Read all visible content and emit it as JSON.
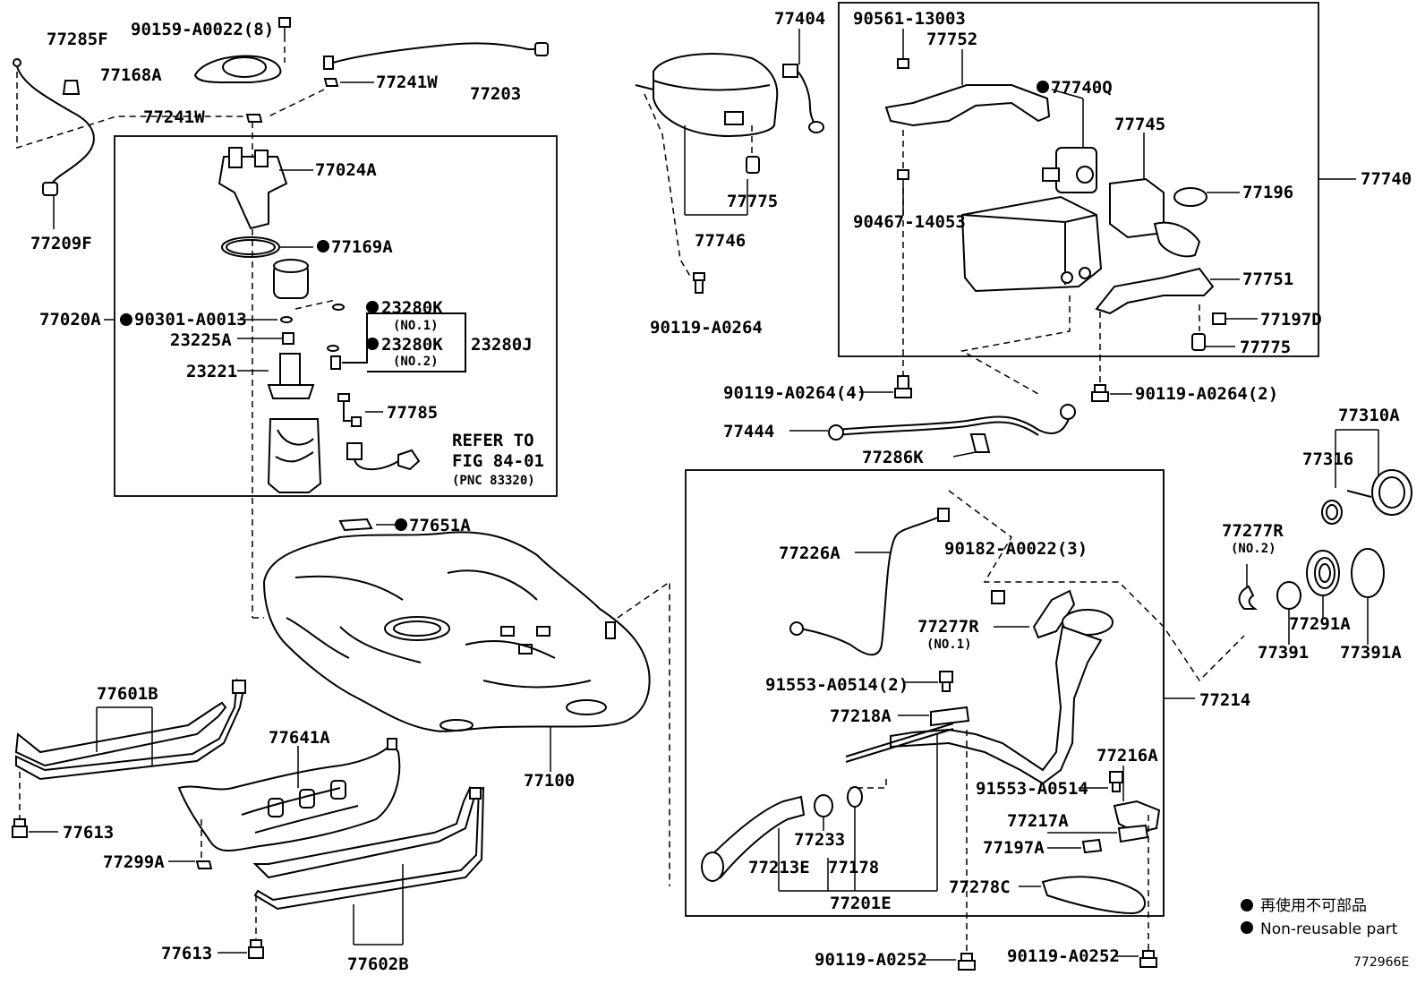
{
  "labels": {
    "p77285F": "77285F",
    "p90159": "90159-A0022(8)",
    "p77168A": "77168A",
    "p77241W_a": "77241W",
    "p77241W_b": "77241W",
    "p77203": "77203",
    "p77024A": "77024A",
    "p77209F": "77209F",
    "p77169A": "77169A",
    "p77020A": "77020A",
    "p90301": "90301-A0013",
    "p23280K_1": "23280K",
    "p23280K_1sub": "(NO.1)",
    "p23225A": "23225A",
    "p23280K_2": "23280K",
    "p23280K_2sub": "(NO.2)",
    "p23280J": "23280J",
    "p23221": "23221",
    "p77785": "77785",
    "refer_line1": "REFER TO",
    "refer_line2": "FIG 84-01",
    "refer_line3": "(PNC 83320)",
    "p77651A": "77651A",
    "p77100": "77100",
    "p77601B": "77601B",
    "p77641A": "77641A",
    "p77613_a": "77613",
    "p77299A": "77299A",
    "p77613_b": "77613",
    "p77602B": "77602B",
    "p77404": "77404",
    "p90119_a": "90119-A0264",
    "p77775_a": "77775",
    "p77746": "77746",
    "p90561": "90561-13003",
    "p77752": "77752",
    "p77740Q": "77740Q",
    "p77745": "77745",
    "p77196": "77196",
    "p77740": "77740",
    "p90467": "90467-14053",
    "p77751": "77751",
    "p77197D": "77197D",
    "p77775_b": "77775",
    "p90119_4": "90119-A0264(4)",
    "p90119_2": "90119-A0264(2)",
    "p77444": "77444",
    "p77286K": "77286K",
    "p77310A": "77310A",
    "p77316": "77316",
    "p77277R_2": "77277R",
    "p77277R_2sub": "(NO.2)",
    "p77291A": "77291A",
    "p77391": "77391",
    "p77391A": "77391A",
    "p77226A": "77226A",
    "p90182": "90182-A0022(3)",
    "p77277R_1": "77277R",
    "p77277R_1sub": "(NO.1)",
    "p91553_2": "91553-A0514(2)",
    "p77218A": "77218A",
    "p77214": "77214",
    "p77216A": "77216A",
    "p91553": "91553-A0514",
    "p77217A": "77217A",
    "p77197A": "77197A",
    "p77233": "77233",
    "p77213E": "77213E",
    "p77178": "77178",
    "p77201E": "77201E",
    "p77278C": "77278C",
    "p90119_b1": "90119-A0252",
    "p90119_b2": "90119-A0252"
  },
  "legend": {
    "jp": "再使用不可部品",
    "en": "Non-reusable part"
  },
  "figure_code": "772966E"
}
